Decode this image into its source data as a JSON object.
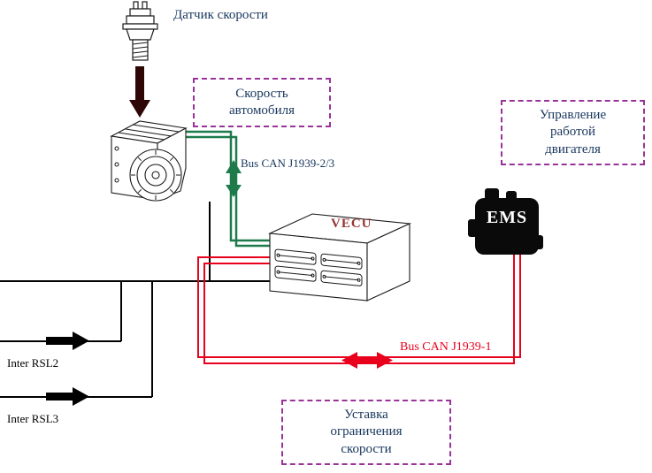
{
  "diagram": {
    "sensor_label": "Датчик скорости",
    "vecu_label": "VECU",
    "ems_label": "EMS",
    "green_bus_label": "Bus CAN J1939-2/3",
    "red_bus_label": "Bus CAN J1939-1",
    "input_rsl2_label": "Inter RSL2",
    "input_rsl3_label": "Inter RSL3",
    "callouts": {
      "vehicle_speed": {
        "line1": "Скорость",
        "line2": "автомобиля"
      },
      "engine_control": {
        "line1": "Управление",
        "line2": "работой",
        "line3": "двигателя"
      },
      "speed_limit_setting": {
        "line1": "Уставка",
        "line2": "ограничения",
        "line3": "скорости"
      }
    },
    "colors": {
      "callout_border": "#993399",
      "callout_text": "#17365D",
      "sensor_label_text": "#17375E",
      "vecu_label_text": "#943634",
      "green_bus": "#1E7A4B",
      "red_bus": "#E8001C",
      "wire_black": "#000000"
    }
  }
}
